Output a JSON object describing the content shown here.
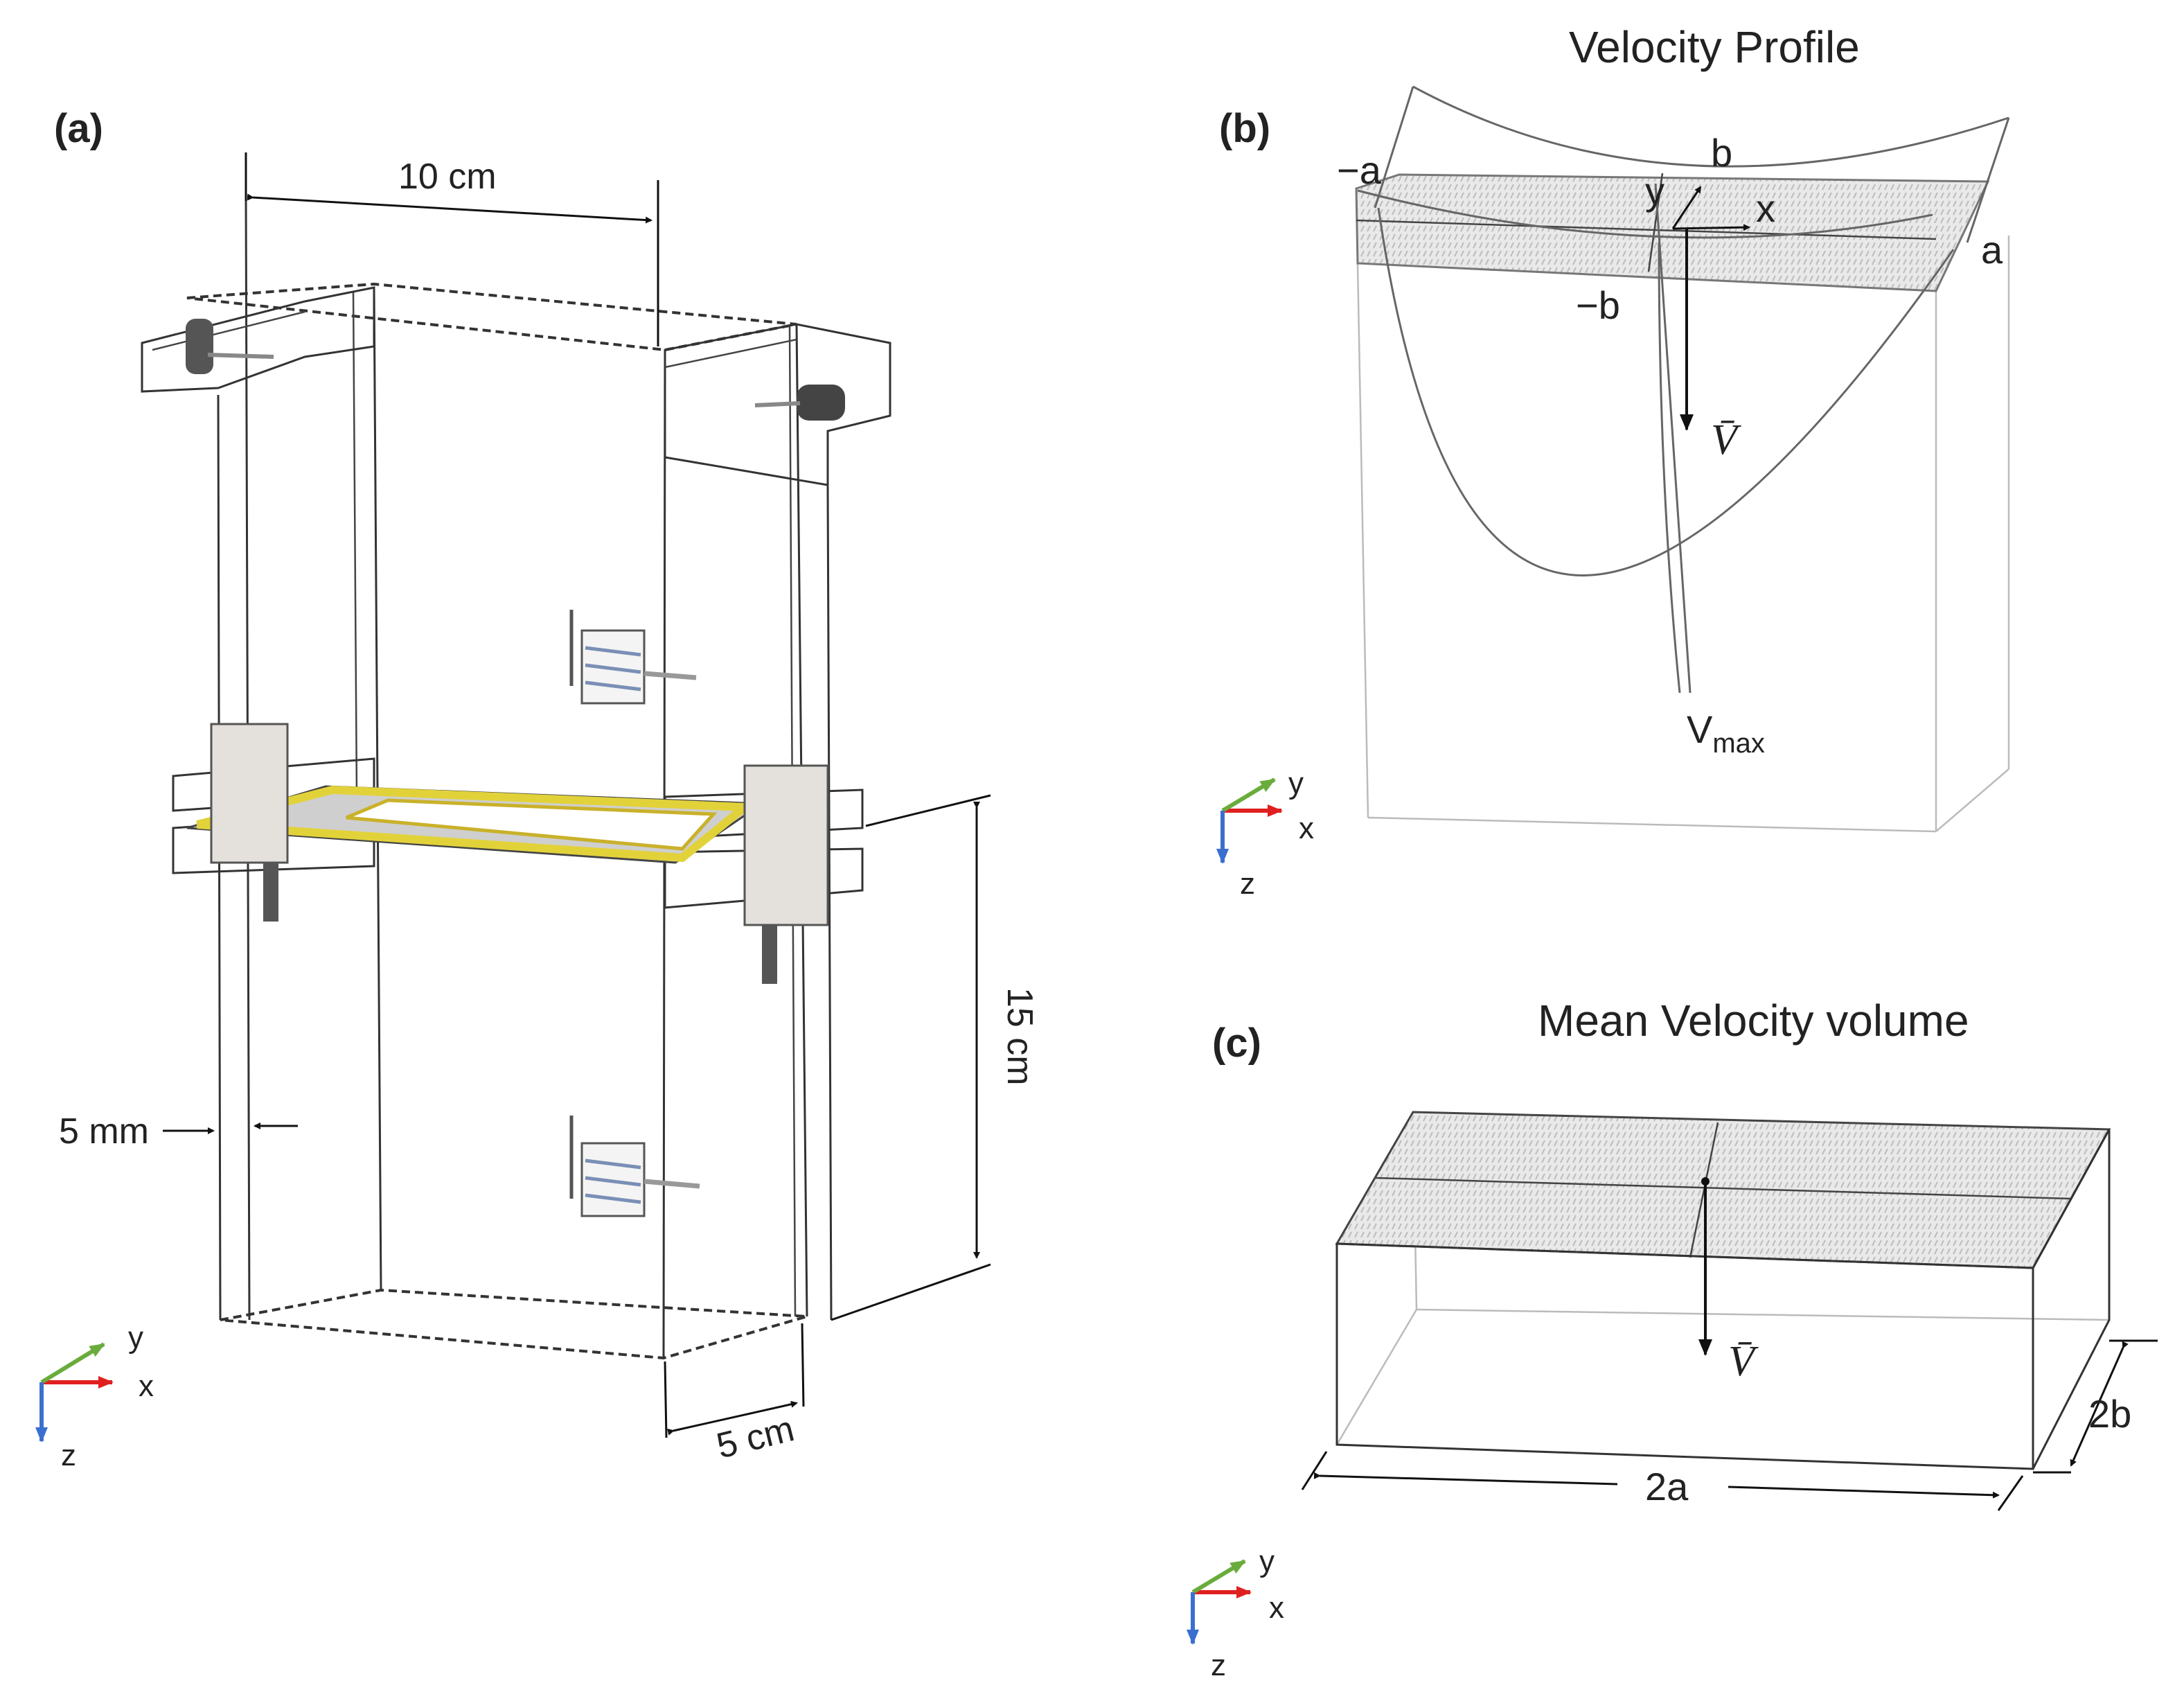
{
  "panels": {
    "a": {
      "label": "(a)",
      "dim_width": "10 cm",
      "dim_height": "15 cm",
      "dim_depth": "5 cm",
      "dim_wall": "5 mm",
      "axes": {
        "x": "x",
        "y": "y",
        "z": "z"
      }
    },
    "b": {
      "label": "(b)",
      "title": "Velocity Profile",
      "corner_neg_a": "−a",
      "corner_a": "a",
      "corner_b": "b",
      "corner_neg_b": "−b",
      "local_x": "x",
      "local_y": "y",
      "vbar": "V̄",
      "vmax": "V",
      "vmax_sub": "max",
      "axes": {
        "x": "x",
        "y": "y",
        "z": "z"
      }
    },
    "c": {
      "label": "(c)",
      "title": "Mean Velocity volume",
      "vbar": "V̄",
      "dim_2a": "2a",
      "dim_2b": "2b",
      "axes": {
        "x": "x",
        "y": "y",
        "z": "z"
      }
    }
  },
  "colors": {
    "axis_x": "#e02020",
    "axis_y": "#6aac3c",
    "axis_z": "#3a6fd0",
    "membrane": "#e2d23a",
    "clamp": "#e4e0dc"
  }
}
